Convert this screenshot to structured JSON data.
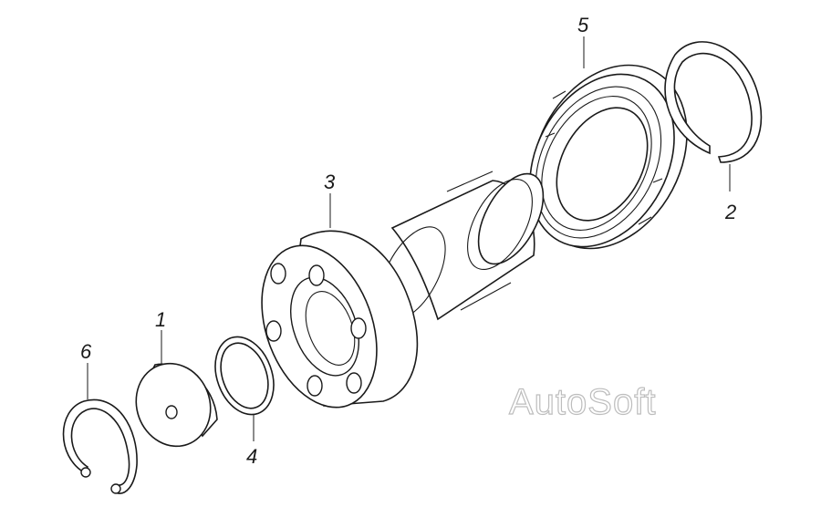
{
  "callouts": [
    {
      "id": "1",
      "label": "1"
    },
    {
      "id": "2",
      "label": "2"
    },
    {
      "id": "3",
      "label": "3"
    },
    {
      "id": "4",
      "label": "4"
    },
    {
      "id": "5",
      "label": "5"
    },
    {
      "id": "6",
      "label": "6"
    }
  ],
  "watermark": "AutoSoft",
  "colors": {
    "line": "#1a1a1a",
    "watermark": "#bdbdbd",
    "background": "#ffffff"
  }
}
